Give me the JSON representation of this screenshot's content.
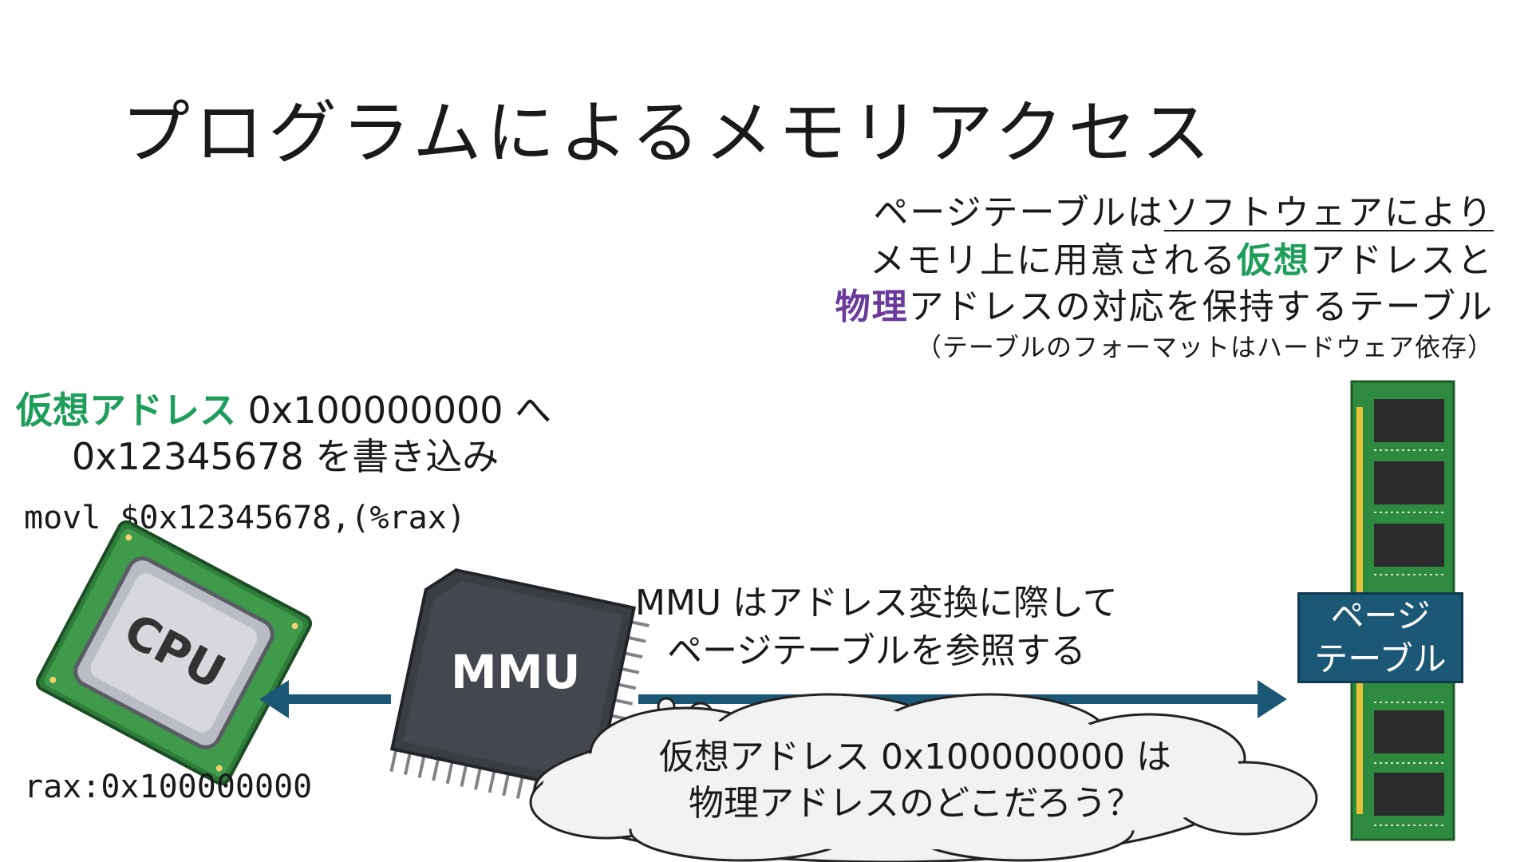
{
  "slide": {
    "title": "プログラムによるメモリアクセス",
    "description": {
      "line1_prefix": "ページテーブルは",
      "line1_underlined": "ソフトウェアにより",
      "line2_prefix": "メモリ上に用意される",
      "line2_highlight": "仮想",
      "line2_suffix": "アドレスと",
      "line3_highlight": "物理",
      "line3_suffix": "アドレスの対応を保持するテーブル",
      "note": "（テーブルのフォーマットはハードウェア依存）"
    },
    "virtual_write": {
      "label": "仮想アドレス",
      "address_suffix": " 0x100000000 へ",
      "line2": "0x12345678 を書き込み"
    },
    "code": "movl $0x12345678,(%rax)",
    "register": "rax:0x100000000",
    "mmu_label": "MMU",
    "mmu_note": {
      "line1": "MMU はアドレス変換に際して",
      "line2": "ページテーブルを参照する"
    },
    "thought": {
      "line1": "仮想アドレス 0x100000000 は",
      "line2": "物理アドレスのどこだろう？"
    },
    "page_table_box": {
      "line1": "ページ",
      "line2": "テーブル"
    },
    "cpu_chip_label": "CPU"
  },
  "colors": {
    "green": "#1e9e5a",
    "purple": "#6a3a9c",
    "arrow": "#1b5875",
    "box": "#1b5875"
  }
}
